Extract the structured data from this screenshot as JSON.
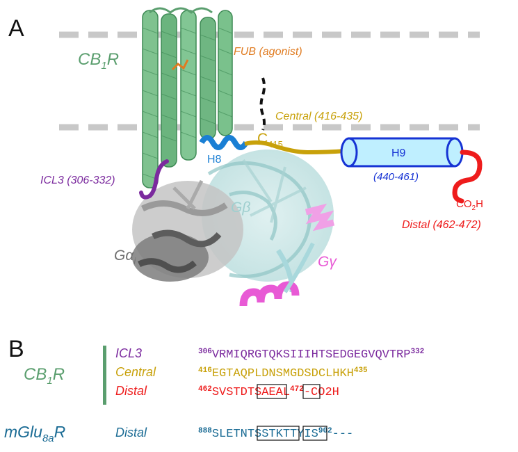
{
  "panelA": {
    "letter": "A",
    "receptor": {
      "main": "CB",
      "sub": "1",
      "tail": "R"
    },
    "agonist": "FUB (agonist)",
    "central": "Central (416-435)",
    "cys": {
      "main": "C",
      "sub": "415"
    },
    "h8": "H8",
    "h9": "H9",
    "h9_range": "(440-461)",
    "icl3": "ICL3 (306-332)",
    "co2h": {
      "a": "CO",
      "sub": "2",
      "b": "H"
    },
    "distal": "Distal (462-472)",
    "gbeta": "Gβ",
    "galpha": {
      "main": "Gα",
      "sub": "i"
    },
    "ggamma": "Gγ"
  },
  "panelB": {
    "letter": "B",
    "cb1r": {
      "main": "CB",
      "sub": "1",
      "tail": "R"
    },
    "mglu": {
      "main": "mGlu",
      "sub": "8a",
      "tail": "R"
    },
    "rows": {
      "icl3": {
        "label": "ICL3",
        "start": "306",
        "seq": "VRMIQRGTQKSIIIHTSEDGEGVQVTRP",
        "end": "332",
        "suffix": ""
      },
      "central": {
        "label": "Central",
        "start": "416",
        "seq": "EGTAQPLDNSMGDSDCLHKH",
        "end": "435",
        "suffix": ""
      },
      "distal": {
        "label": "Distal",
        "start": "462",
        "seq": "SVSTDTSAEAL",
        "end": "472",
        "suffix": "-CO2H"
      },
      "mglu": {
        "label": "Distal",
        "start": "888",
        "seq": "SLETNTSSTKTTYIS",
        "end": "902",
        "suffix": "---"
      }
    }
  },
  "colors": {
    "receptor_green": "#5a9e6e",
    "agonist_orange": "#e07b20",
    "central_gold": "#c8a10a",
    "h8_blue": "#1a7fd4",
    "h9_fill": "#bfefff",
    "h9_blue": "#1633d4",
    "distal_red": "#ee1c1c",
    "icl3_purple": "#7b2a9e",
    "gbeta_teal": "#9fcfcf",
    "galpha_gray": "#6f6f6f",
    "ggamma_pink": "#e85ad5",
    "mglu_blue": "#1a6b94"
  }
}
